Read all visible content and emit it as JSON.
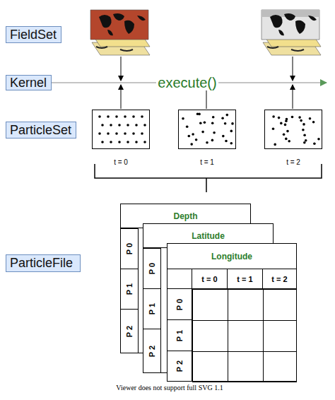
{
  "diagram": {
    "caption": "Viewer does not support full SVG 1.1",
    "nodes": [
      {
        "text": [
          "FieldSet"
        ]
      },
      {
        "text": [
          "Kernel"
        ]
      },
      {
        "text": [
          "ParticleSet"
        ]
      },
      {
        "text": [
          "t = 0"
        ]
      },
      {
        "text": [
          "t = 1"
        ]
      },
      {
        "text": [
          "t = 2"
        ]
      },
      {
        "text": [
          "ParticleFile"
        ]
      },
      {
        "text": [
          "Depth",
          "P 0",
          "P 1",
          "P 2"
        ]
      },
      {
        "text": [
          "Latitude",
          "P 0",
          "P 1",
          "P 2"
        ]
      },
      {
        "text": [
          "Longitude",
          "t = 0",
          "t = 1",
          "t = 2",
          "P 0",
          "P 1",
          "P 2"
        ]
      }
    ],
    "labels": [
      "execute()"
    ]
  }
}
